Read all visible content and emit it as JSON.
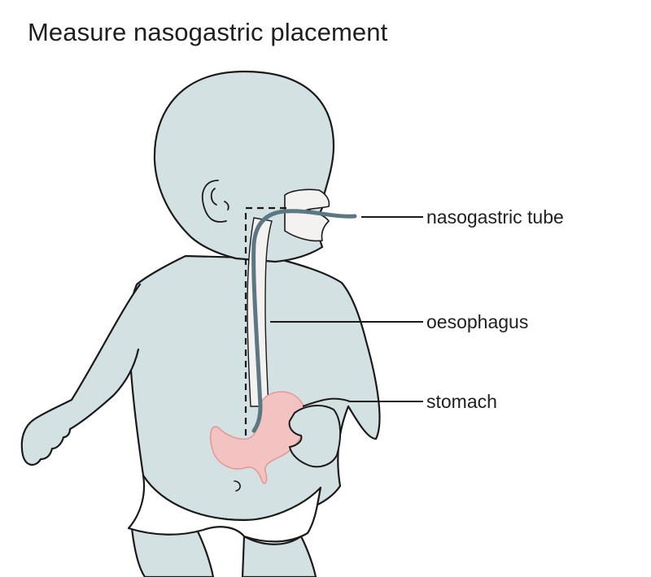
{
  "title": "Measure nasogastric placement",
  "labels": {
    "nasogastric_tube": "nasogastric tube",
    "oesophagus": "oesophagus",
    "stomach": "stomach"
  },
  "colors": {
    "skin": "#d3e1e2",
    "outline": "#1a1a1a",
    "tube": "#5b7783",
    "oesophagus": "#f4f1f1",
    "stomach": "#f2c3c1",
    "stomach_outline": "#e39a9a",
    "nappy": "#ffffff"
  }
}
